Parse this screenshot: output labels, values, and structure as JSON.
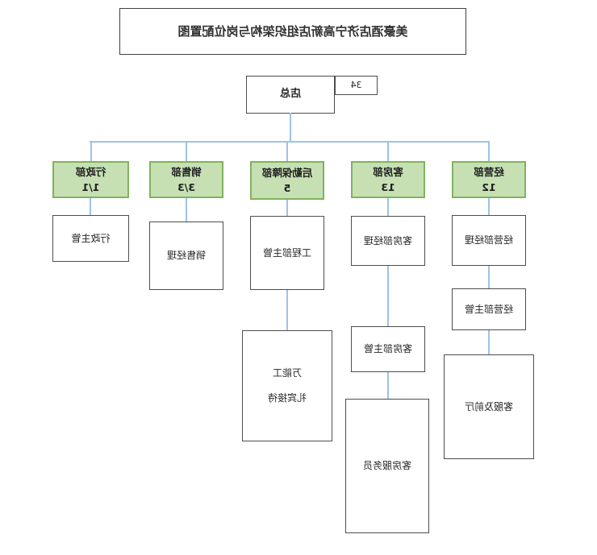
{
  "title": "美豪酒店济宁高新店组织架构与岗位配置图",
  "root": {
    "label": "店总",
    "total": "34"
  },
  "departments": [
    {
      "label": "经营部",
      "count": "12",
      "children": [
        "经营部经理",
        "经营部主管",
        "客服及前厅"
      ]
    },
    {
      "label": "客房部",
      "count": "13",
      "children": [
        "客房部经理",
        "客房部主管",
        "客房服务员"
      ]
    },
    {
      "label": "后勤保障部",
      "count": "5",
      "children": [
        "工程部主管",
        "万能工",
        "礼宾接待"
      ]
    },
    {
      "label": "销售部",
      "count": "3/3",
      "children": [
        "销售经理"
      ]
    },
    {
      "label": "行政部",
      "count": "1/1",
      "children": [
        "行政主管"
      ]
    }
  ],
  "colors": {
    "connector": "#9dc3e6",
    "dept_fill": "#c6e0b4",
    "dept_border": "#7fb35c",
    "box_border": "#4d4d4d"
  }
}
